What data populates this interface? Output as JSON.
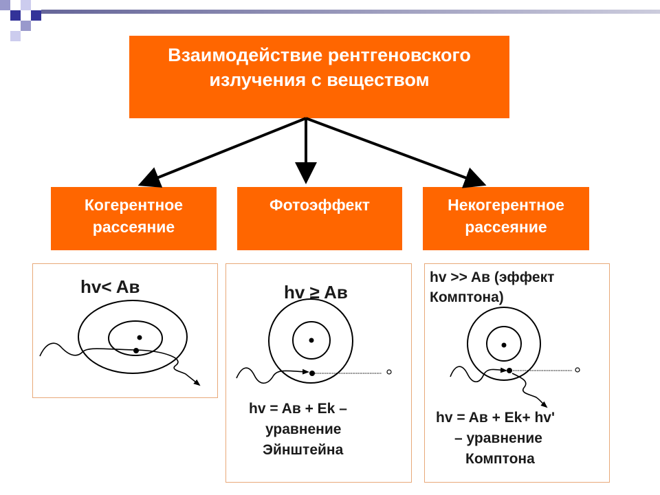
{
  "header": {
    "title_line1": "Взаимодействие рентгеновского",
    "title_line2": "излучения с веществом"
  },
  "categories": [
    {
      "line1": "Когерентное",
      "line2": "рассеяние"
    },
    {
      "line1": "Фотоэффект",
      "line2": ""
    },
    {
      "line1": "Некогерентное",
      "line2": "рассеяние"
    }
  ],
  "panels": {
    "coherent": {
      "condition": "hv< Aв"
    },
    "photo": {
      "condition": "hv ≥ Aв",
      "eq_line1": "hv = Aв + Ek –",
      "eq_line2": "уравнение",
      "eq_line3": "Эйнштейна"
    },
    "compton": {
      "condition_line1": "hv >> Aв (эффект",
      "condition_line2": "Комптона)",
      "eq_line1": "hv = Aв + Ek+ hv'",
      "eq_line2": "– уравнение",
      "eq_line3": "Комптона"
    }
  },
  "colors": {
    "accent": "#ff6600",
    "deco_dark": "#333399",
    "deco_light": "#9999cc"
  }
}
